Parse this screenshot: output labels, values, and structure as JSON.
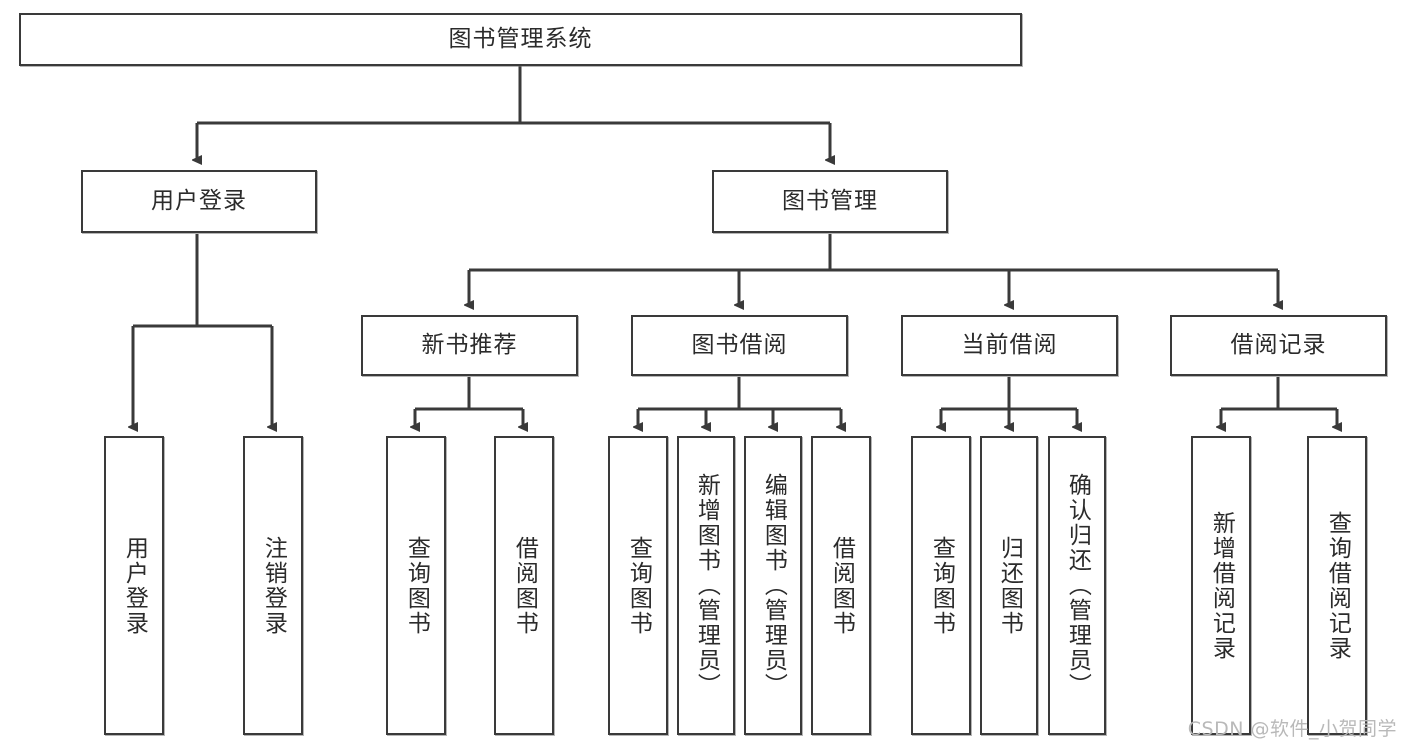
{
  "diagram": {
    "type": "hierarchy-tree",
    "title": "图书管理系统",
    "watermark": "CSDN @软件_小贺同学",
    "colors": {
      "stroke": "#3a3a3a",
      "fill": "#ffffff",
      "text": "#2b2b2b",
      "watermark": "#b9b9b9"
    },
    "nodes": {
      "root": {
        "label": "图书管理系统"
      },
      "level2": [
        {
          "id": "user-login",
          "label": "用户登录"
        },
        {
          "id": "book-manage",
          "label": "图书管理"
        }
      ],
      "level3": [
        {
          "id": "new-book-recommend",
          "label": "新书推荐"
        },
        {
          "id": "book-borrow",
          "label": "图书借阅"
        },
        {
          "id": "current-borrow",
          "label": "当前借阅"
        },
        {
          "id": "borrow-record",
          "label": "借阅记录"
        }
      ],
      "leaves": [
        {
          "id": "leaf-user-login",
          "parent": "user-login",
          "label": "用户登录"
        },
        {
          "id": "leaf-logout",
          "parent": "user-login",
          "label": "注销登录"
        },
        {
          "id": "leaf-query-book-1",
          "parent": "new-book-recommend",
          "label": "查询图书"
        },
        {
          "id": "leaf-borrow-book-1",
          "parent": "new-book-recommend",
          "label": "借阅图书"
        },
        {
          "id": "leaf-query-book-2",
          "parent": "book-borrow",
          "label": "查询图书"
        },
        {
          "id": "leaf-add-book",
          "parent": "book-borrow",
          "label": "新增图书（管理员）"
        },
        {
          "id": "leaf-edit-book",
          "parent": "book-borrow",
          "label": "编辑图书（管理员）"
        },
        {
          "id": "leaf-borrow-book-2",
          "parent": "book-borrow",
          "label": "借阅图书"
        },
        {
          "id": "leaf-query-book-3",
          "parent": "current-borrow",
          "label": "查询图书"
        },
        {
          "id": "leaf-return-book",
          "parent": "current-borrow",
          "label": "归还图书"
        },
        {
          "id": "leaf-confirm-return",
          "parent": "current-borrow",
          "label": "确认归还（管理员）"
        },
        {
          "id": "leaf-add-record",
          "parent": "borrow-record",
          "label": "新增借阅记录"
        },
        {
          "id": "leaf-query-record",
          "parent": "borrow-record",
          "label": "查询借阅记录"
        }
      ]
    }
  }
}
